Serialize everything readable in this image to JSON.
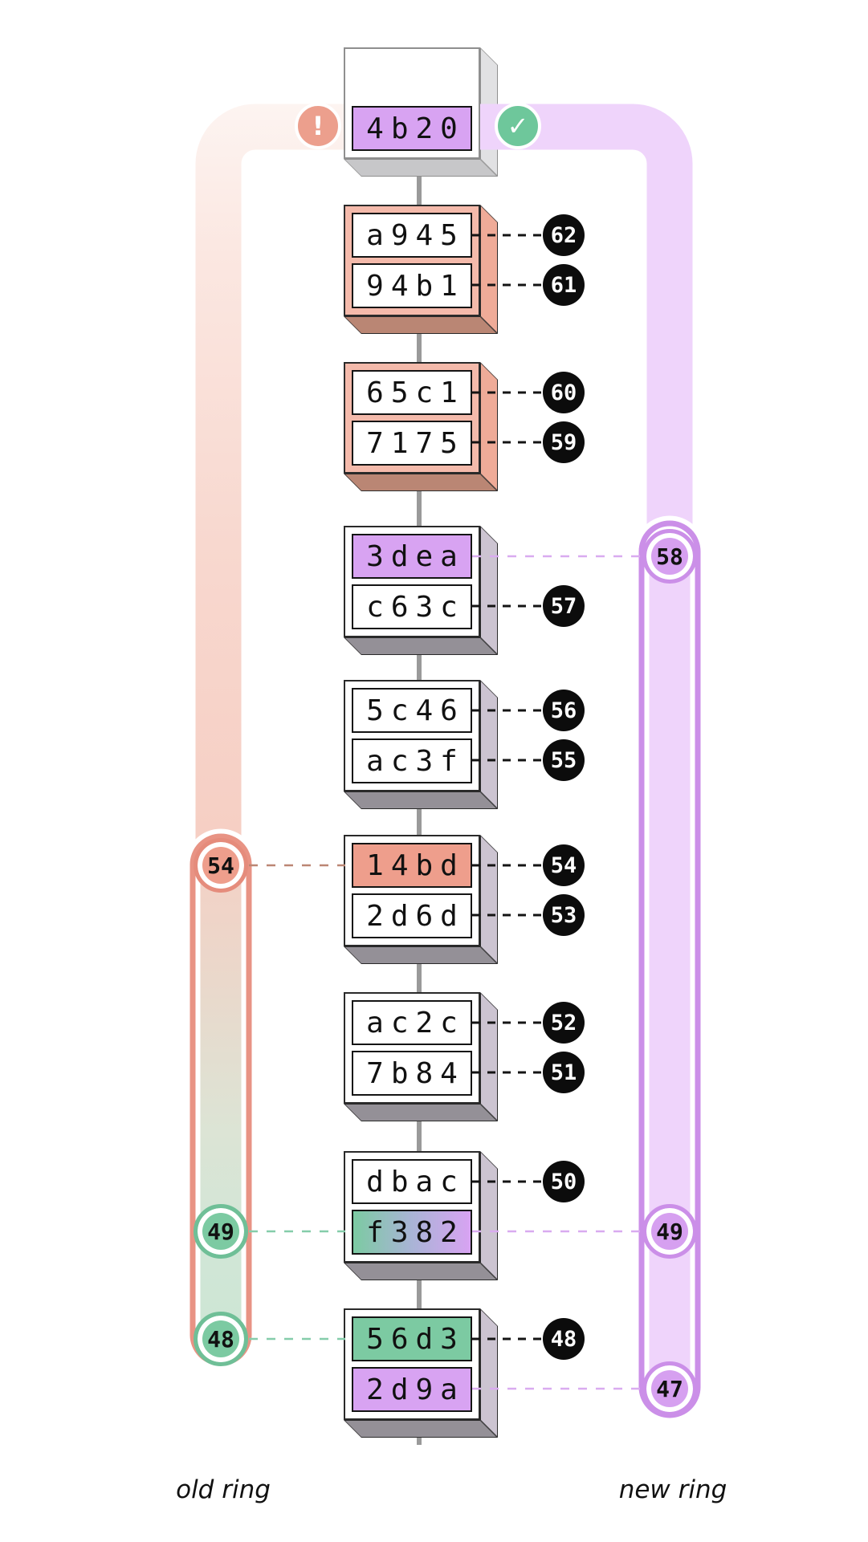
{
  "genesis": {
    "hash": "4b20"
  },
  "blocks": [
    {
      "cells": [
        {
          "hash": "a945",
          "badge": "62"
        },
        {
          "hash": "94b1",
          "badge": "61"
        }
      ]
    },
    {
      "cells": [
        {
          "hash": "65c1",
          "badge": "60"
        },
        {
          "hash": "7175",
          "badge": "59"
        }
      ]
    },
    {
      "cells": [
        {
          "hash": "3dea",
          "right_ring": "58"
        },
        {
          "hash": "c63c",
          "badge": "57"
        }
      ]
    },
    {
      "cells": [
        {
          "hash": "5c46",
          "badge": "56"
        },
        {
          "hash": "ac3f",
          "badge": "55"
        }
      ]
    },
    {
      "cells": [
        {
          "hash": "14bd",
          "badge": "54",
          "left_ring": "54"
        },
        {
          "hash": "2d6d",
          "badge": "53"
        }
      ]
    },
    {
      "cells": [
        {
          "hash": "ac2c",
          "badge": "52"
        },
        {
          "hash": "7b84",
          "badge": "51"
        }
      ]
    },
    {
      "cells": [
        {
          "hash": "dbac",
          "badge": "50"
        },
        {
          "hash": "f382",
          "left_ring": "49",
          "right_ring": "49"
        }
      ]
    },
    {
      "cells": [
        {
          "hash": "56d3",
          "badge": "48",
          "left_ring": "48"
        },
        {
          "hash": "2d9a",
          "right_ring": "47"
        }
      ]
    }
  ],
  "old_ring": {
    "label": "old ring",
    "badges": [
      "54",
      "49",
      "48"
    ]
  },
  "new_ring": {
    "label": "new ring",
    "badges": [
      "58",
      "49",
      "47"
    ]
  },
  "icons": {
    "ok": "✓",
    "warning": "!"
  },
  "colors": {
    "old_ring_outline": "#e89384",
    "old_ring_band_top": "#fdf3f0",
    "old_ring_band_pink": "#f6cfc4",
    "old_ring_band_green": "#cde5d4",
    "new_ring_outline": "#cb8fe8",
    "new_ring_band": "#efd4fb",
    "purple_cell": "#d8a3f2",
    "salmon_cell": "#ee9e8c",
    "green_cell": "#7ccaa2",
    "badge_black": "#0c0c0c",
    "ok_green": "#6ec79b",
    "warn_salmon": "#ec9f8d"
  }
}
